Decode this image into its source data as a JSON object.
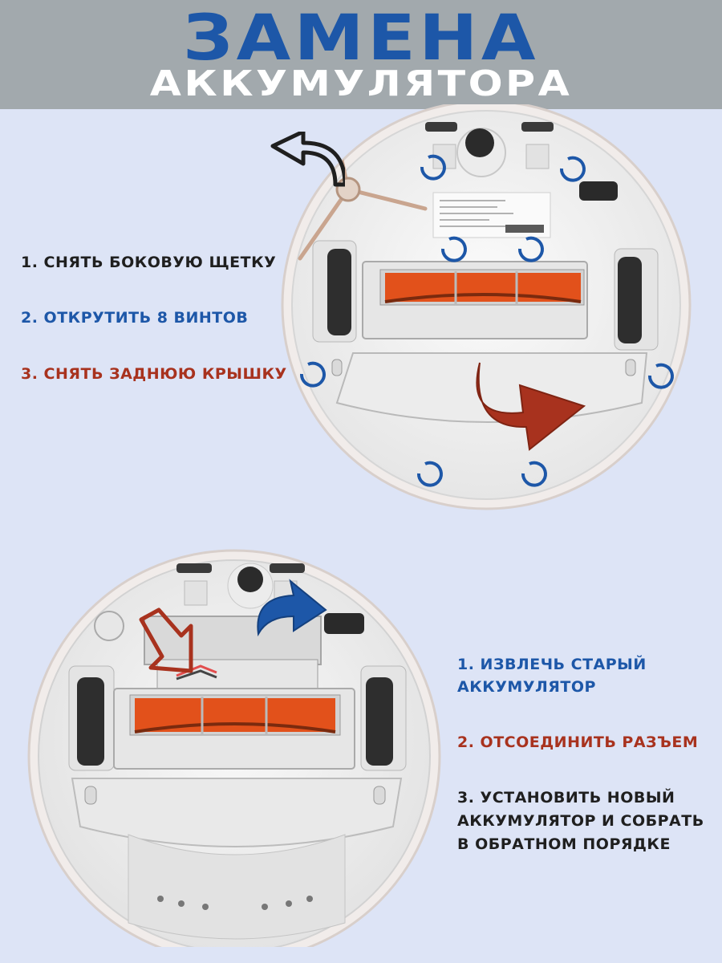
{
  "header": {
    "title": "ЗАМЕНА",
    "subtitle": "АККУМУЛЯТОРА"
  },
  "section_1": {
    "steps": [
      {
        "text": "1. СНЯТЬ БОКОВУЮ ЩЕТКУ",
        "color": "#1f1f1f"
      },
      {
        "text": "2. ОТКРУТИТЬ 8 ВИНТОВ",
        "color": "#1d57a8"
      },
      {
        "text": "3. СНЯТЬ ЗАДНЮЮ КРЫШКУ",
        "color": "#a8321e"
      }
    ]
  },
  "section_2": {
    "steps": [
      {
        "lines": [
          "1. ИЗВЛЕЧЬ СТАРЫЙ",
          "АККУМУЛЯТОР"
        ],
        "color": "#1d57a8"
      },
      {
        "lines": [
          "2. ОТСОЕДИНИТЬ РАЗЪЕМ"
        ],
        "color": "#a8321e"
      },
      {
        "lines": [
          "3. УСТАНОВИТЬ НОВЫЙ",
          "АККУМУЛЯТОР И СОБРАТЬ",
          "В ОБРАТНОМ ПОРЯДКЕ"
        ],
        "color": "#1f1f1f"
      }
    ]
  },
  "icons": {
    "top_robot": "robot-vacuum-bottom-view",
    "bottom_robot": "robot-vacuum-open-battery-bay",
    "screw_markers": "counterclockwise-arrow-icon",
    "black_arrow": "curved-arrow-left-icon",
    "red_arrow": "curved-arrow-right-icon"
  },
  "colors": {
    "background": "#dde4f6",
    "banner": "#a2a9ad",
    "title_blue": "#1d57a8",
    "accent_red": "#a8321e",
    "brush_orange": "#e2511b"
  }
}
